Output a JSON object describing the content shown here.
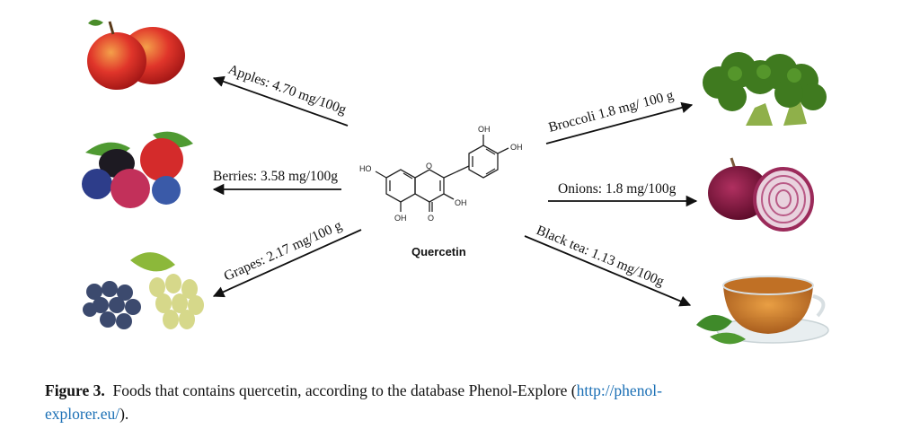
{
  "diagram": {
    "center_label": "Quercetin",
    "molecule_labels": {
      "oh_top": "OH",
      "oh_right": "OH",
      "ho_left": "HO",
      "oh_bottom": "OH",
      "oh_ring": "OH",
      "o_ring": "O",
      "o_keto": "O"
    },
    "foods": [
      {
        "id": "apples",
        "label": "Apples: 4.70 mg/100g"
      },
      {
        "id": "berries",
        "label": "Berries: 3.58 mg/100g"
      },
      {
        "id": "grapes",
        "label": "Grapes: 2.17 mg/100 g"
      },
      {
        "id": "broccoli",
        "label": "Broccoli 1.8 mg/ 100 g"
      },
      {
        "id": "onions",
        "label": "Onions:  1.8 mg/100g"
      },
      {
        "id": "black-tea",
        "label": "Black tea: 1.13 mg/100g"
      }
    ]
  },
  "caption": {
    "figure_label": "Figure 3.",
    "text": "Foods that contains quercetin, according to the database Phenol-Explore (",
    "link_part1": "http://phenol-",
    "link_part2": "explorer.eu/",
    "end": ")."
  },
  "colors": {
    "link": "#1a6fb5",
    "text": "#111111"
  }
}
